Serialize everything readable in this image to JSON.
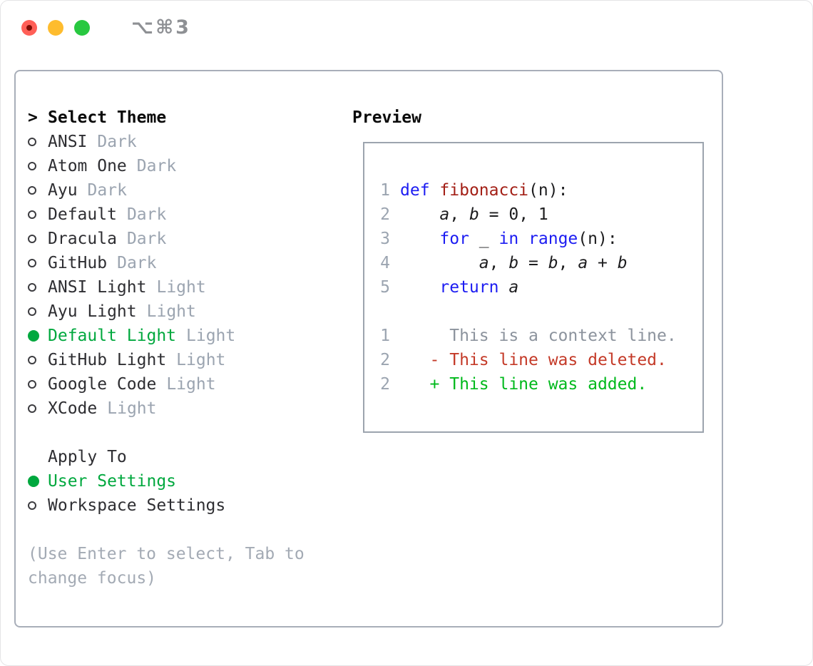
{
  "window": {
    "title": "⌥⌘3",
    "traffic_lights": [
      {
        "name": "close",
        "color": "#ff5f57",
        "has_unsaved_dot": true
      },
      {
        "name": "minimize",
        "color": "#febc2e"
      },
      {
        "name": "zoom",
        "color": "#28c840"
      }
    ]
  },
  "theme_picker": {
    "prompt": ">",
    "title": "Select Theme",
    "themes": [
      {
        "name": "ANSI",
        "tag": "Dark",
        "selected": false
      },
      {
        "name": "Atom One",
        "tag": "Dark",
        "selected": false
      },
      {
        "name": "Ayu",
        "tag": "Dark",
        "selected": false
      },
      {
        "name": "Default",
        "tag": "Dark",
        "selected": false
      },
      {
        "name": "Dracula",
        "tag": "Dark",
        "selected": false
      },
      {
        "name": "GitHub",
        "tag": "Dark",
        "selected": false
      },
      {
        "name": "ANSI Light",
        "tag": "Light",
        "selected": false
      },
      {
        "name": "Ayu Light",
        "tag": "Light",
        "selected": false
      },
      {
        "name": "Default Light",
        "tag": "Light",
        "selected": true
      },
      {
        "name": "GitHub Light",
        "tag": "Light",
        "selected": false
      },
      {
        "name": "Google Code",
        "tag": "Light",
        "selected": false
      },
      {
        "name": "XCode",
        "tag": "Light",
        "selected": false
      }
    ],
    "apply_to": {
      "title": "Apply To",
      "options": [
        {
          "name": "User Settings",
          "selected": true
        },
        {
          "name": "Workspace Settings",
          "selected": false
        }
      ]
    },
    "help": "(Use Enter to select, Tab to change focus)"
  },
  "preview": {
    "title": "Preview",
    "code_lines": [
      {
        "num": "1",
        "tokens": [
          [
            "kw",
            "def"
          ],
          [
            "pl",
            " "
          ],
          [
            "fn",
            "fibonacci"
          ],
          [
            "pl",
            "(n):"
          ]
        ]
      },
      {
        "num": "2",
        "tokens": [
          [
            "pl",
            "    "
          ],
          [
            "var",
            "a"
          ],
          [
            "pl",
            ", "
          ],
          [
            "var",
            "b"
          ],
          [
            "pl",
            " = 0, 1"
          ]
        ]
      },
      {
        "num": "3",
        "tokens": [
          [
            "pl",
            "    "
          ],
          [
            "kw",
            "for"
          ],
          [
            "pl",
            " _ "
          ],
          [
            "kw",
            "in"
          ],
          [
            "pl",
            " "
          ],
          [
            "kw",
            "range"
          ],
          [
            "pl",
            "(n):"
          ]
        ]
      },
      {
        "num": "4",
        "tokens": [
          [
            "pl",
            "        "
          ],
          [
            "var",
            "a"
          ],
          [
            "pl",
            ", "
          ],
          [
            "var",
            "b"
          ],
          [
            "pl",
            " = "
          ],
          [
            "var",
            "b"
          ],
          [
            "pl",
            ", "
          ],
          [
            "var",
            "a"
          ],
          [
            "pl",
            " + "
          ],
          [
            "var",
            "b"
          ]
        ]
      },
      {
        "num": "5",
        "tokens": [
          [
            "pl",
            "    "
          ],
          [
            "kw",
            "return"
          ],
          [
            "pl",
            " "
          ],
          [
            "var",
            "a"
          ]
        ]
      }
    ],
    "diff_lines": [
      {
        "num": "1",
        "kind": "context",
        "text": "     This is a context line."
      },
      {
        "num": "2",
        "kind": "deleted",
        "text": "   - This line was deleted."
      },
      {
        "num": "2",
        "kind": "added",
        "text": "   + This line was added."
      }
    ]
  },
  "colors": {
    "selected_green": "#00a83e",
    "diff_added_green": "#00b91c",
    "diff_deleted_red": "#c43a28",
    "keyword_blue": "#1c1cf2",
    "function_red": "#a32017",
    "muted_gray": "#9ba4b0"
  }
}
